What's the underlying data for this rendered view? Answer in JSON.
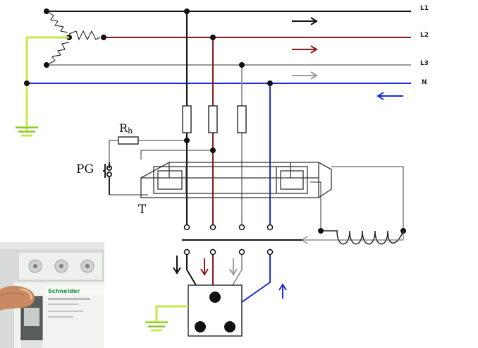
{
  "lines": {
    "l1": {
      "label": "L1",
      "color": "#111111"
    },
    "l2": {
      "label": "L2",
      "color": "#8b1a1a"
    },
    "l3": {
      "label": "L3",
      "color": "#9a9a9a"
    },
    "n": {
      "label": "N",
      "color": "#1f2fd6"
    }
  },
  "earth_color": "#c6e84a",
  "components": {
    "resistor_label": "Rh",
    "resistor_sub": "h",
    "resistor_main": "R",
    "test_button_label": "PG",
    "transformer_label": "T"
  },
  "arrows": {
    "top_right": [
      "right",
      "right",
      "right",
      "left"
    ],
    "outputs": [
      "down",
      "down",
      "down",
      "up"
    ]
  },
  "photo": {
    "brand": "Schneider",
    "description_icon": "rcd-photo"
  }
}
